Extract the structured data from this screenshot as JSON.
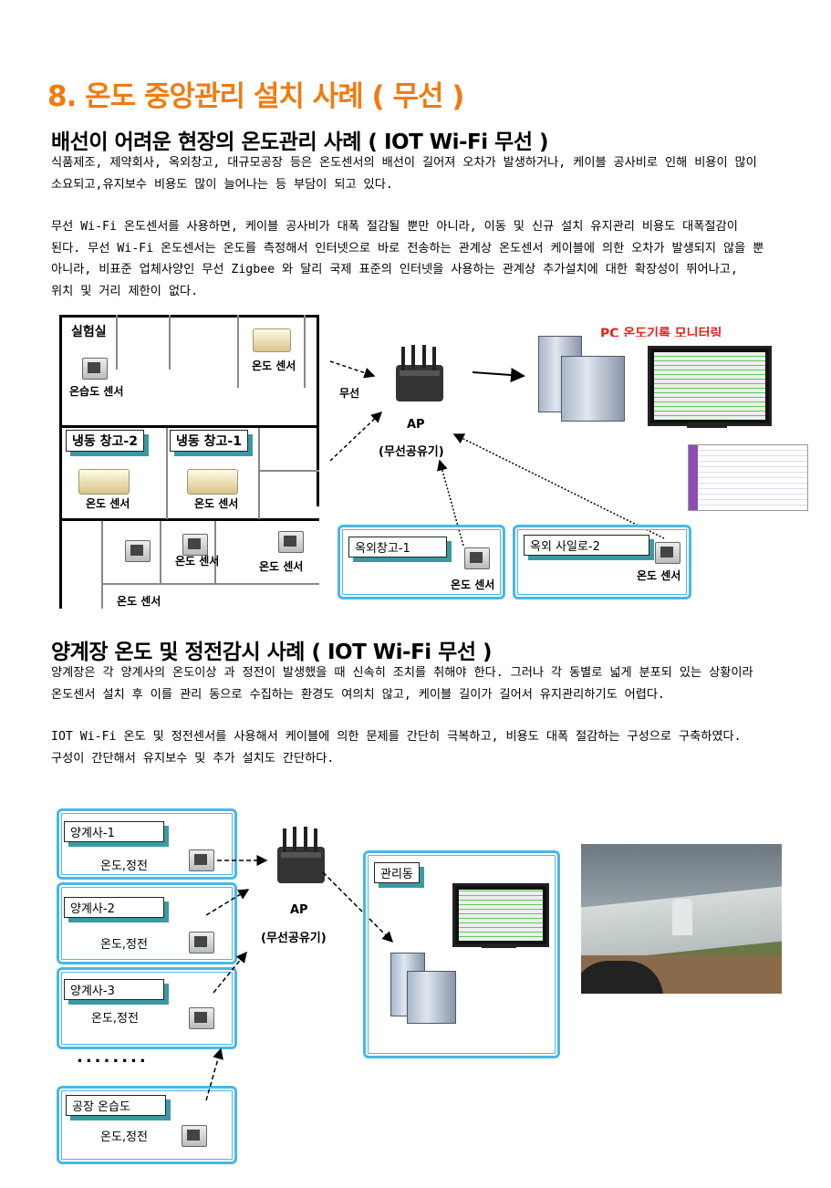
{
  "title": "8. 온도 중앙관리  설치 사례 ( 무선 )",
  "section1": {
    "heading": "배선이 어려운 현장의 온도관리 사례 ( IOT Wi-Fi 무선 )",
    "para1": "식품제조, 제약회사, 옥외창고, 대규모공장 등은 온도센서의 배선이 길어져 오차가 발생하거나, 케이블 공사비로 인해 비용이 많이 소요되고,유지보수 비용도 많이 늘어나는 등 부담이 되고 있다.",
    "para2": "무선 Wi-Fi 온도센서를 사용하면, 케이블 공사비가 대폭 절감될 뿐만 아니라, 이동 및 신규 설치 유지관리 비용도 대폭절감이 된다. 무선 Wi-Fi 온도센서는 온도를 측정해서 인터넷으로 바로 전송하는 관계상 온도센서 케이블에 의한 오차가 발생되지 않을 뿐 아니라, 비표준 업체사양인 무선 Zigbee 와 달리 국제 표준의 인터넷을 사용하는 관계상 추가설치에 대한 확장성이 뛰어나고, 위치 및 거리 제한이 없다.",
    "diagram": {
      "lab": "실험실",
      "humid_sensor": "온습도 센서",
      "temp_sensor": "온도 센서",
      "freezer2": "냉동 창고-2",
      "freezer1": "냉동 창고-1",
      "wireless": "무선",
      "ap": "AP",
      "ap_sub": "(무선공유기)",
      "pc_label": "PC 온도기록 모니터링",
      "outdoor1": "옥외창고-1",
      "outdoor2": "옥외 사일로-2"
    }
  },
  "section2": {
    "heading": "양계장 온도 및 정전감시 사례 ( IOT Wi-Fi 무선 )",
    "para1": "양계장은 각 양계사의 온도이상 과 정전이 발생했을 때 신속히 조치를 취해야 한다. 그러나 각 동별로 넓게 분포되 있는 상황이라 온도센서 설치 후 이를 관리 동으로 수집하는 환경도 여의치 않고, 케이블 길이가 길어서 유지관리하기도 어렵다.",
    "para2": "IOT Wi-Fi 온도 및 정전센서를 사용해서 케이블에 의한 문제를 간단히 극복하고, 비용도 대폭 절감하는 구성으로 구축하였다. 구성이 간단해서 유지보수 및 추가 설치도 간단하다.",
    "diagram": {
      "house1": "양계사-1",
      "house2": "양계사-2",
      "house3": "양계사-3",
      "factory": "공장 온습도",
      "sensor_label": "온도,정전",
      "dots": "........",
      "ap": "AP",
      "ap_sub": "(무선공유기)",
      "mgmt": "관리동"
    }
  }
}
